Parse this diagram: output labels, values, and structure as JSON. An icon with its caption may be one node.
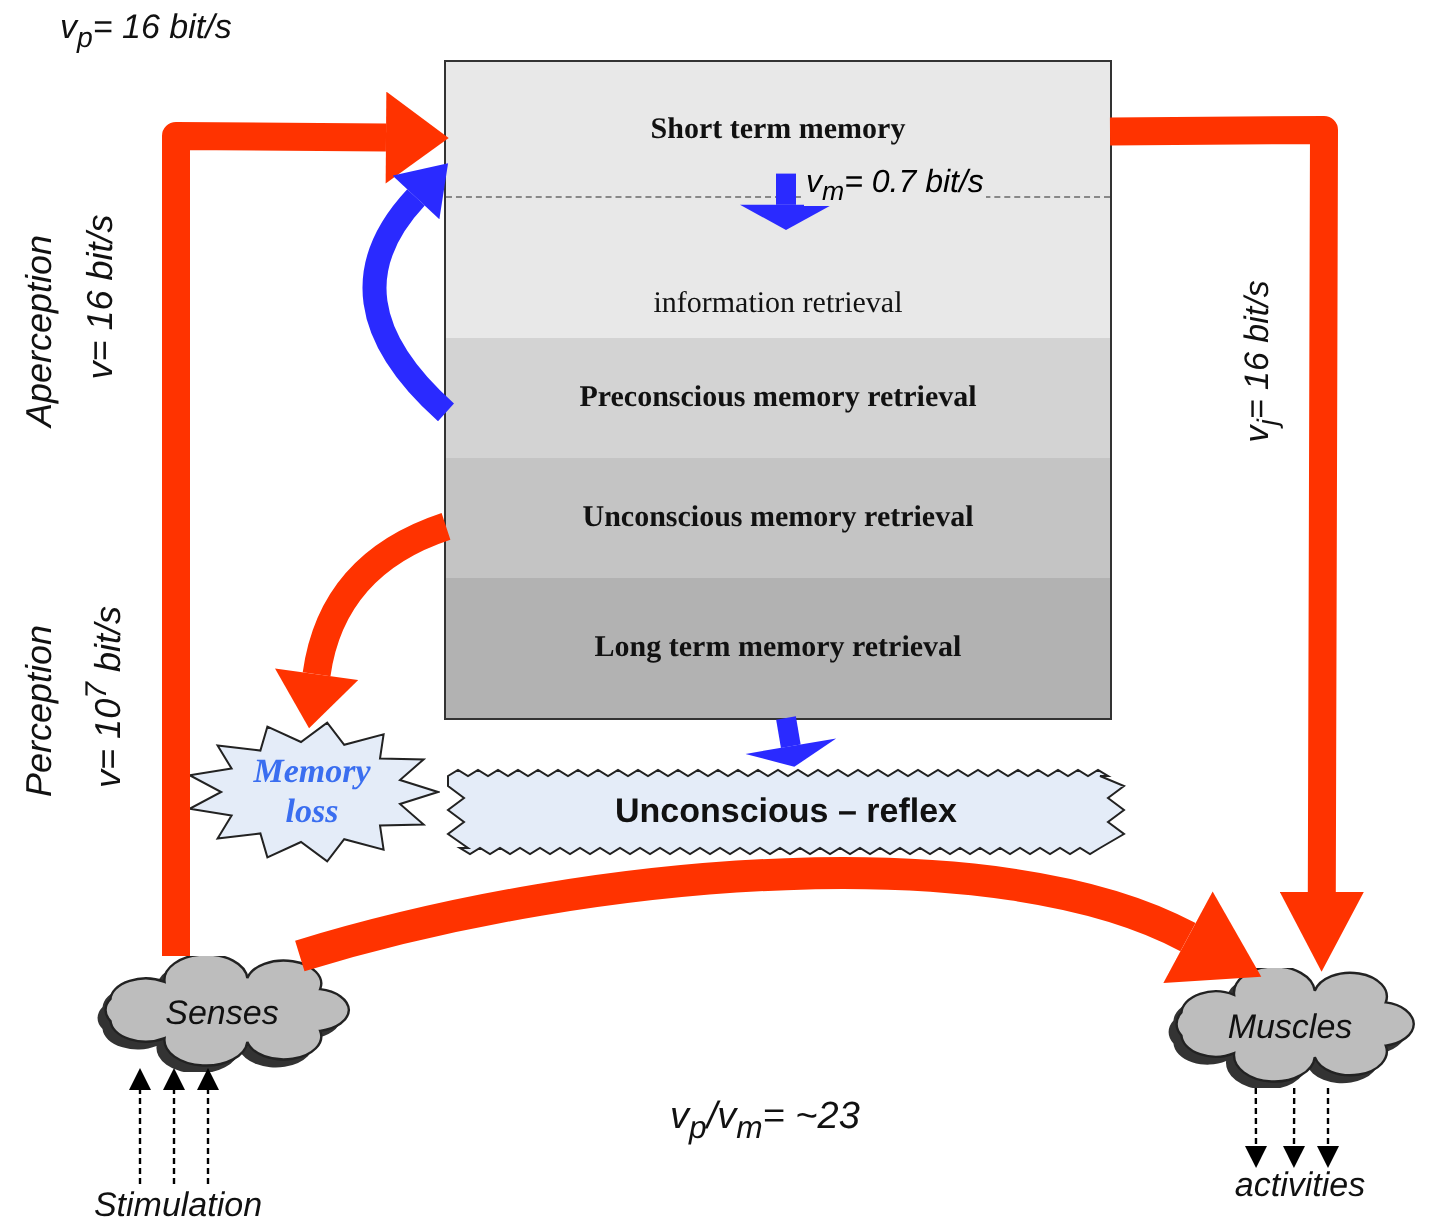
{
  "diagram": {
    "nodes": [
      {
        "text": [],
        "shape": "box"
      },
      {
        "text": [
          "Short term memory"
        ],
        "in": 0
      },
      {
        "text": [
          "information retrieval"
        ],
        "in": 0
      },
      {
        "text": [
          "Preconscious memory retrieval"
        ],
        "in": 0
      },
      {
        "text": [
          "Unconscious memory retrieval"
        ],
        "in": 0
      },
      {
        "text": [
          "Long term memory retrieval"
        ],
        "in": 0
      },
      {
        "text": [
          "Memory loss"
        ]
      },
      {
        "text": [
          "Unconscious – reflex"
        ]
      },
      {
        "text": [
          "Senses"
        ]
      },
      {
        "text": [
          "Muscles"
        ]
      },
      {
        "text": [
          "Stimulation"
        ]
      },
      {
        "text": [
          "activities"
        ]
      }
    ],
    "edges": [
      {
        "from": 8,
        "to": 1,
        "arrow": "to",
        "color": "#ff3300"
      },
      {
        "from": 1,
        "to": 9,
        "arrow": "to",
        "color": "#ff3300"
      },
      {
        "from": 8,
        "to": 9,
        "arrow": "to",
        "color": "#ff3300"
      },
      {
        "from": 4,
        "to": 6,
        "arrow": "to",
        "color": "#ff3300"
      },
      {
        "from": 3,
        "to": 1,
        "arrow": "to",
        "color": "#2a2aff"
      },
      {
        "from": 1,
        "to": 2,
        "arrow": "to",
        "color": "#2a2aff",
        "label": "v$_{m}$= 0.7  bit/s"
      },
      {
        "from": 5,
        "to": 7,
        "arrow": "to",
        "color": "#2a2aff"
      },
      {
        "from": 10,
        "to": 8,
        "arrow": "to",
        "style": "dashed"
      },
      {
        "from": 10,
        "to": 8,
        "arrow": "to",
        "style": "dashed"
      },
      {
        "from": 10,
        "to": 8,
        "arrow": "to",
        "style": "dashed"
      },
      {
        "from": 9,
        "to": 11,
        "arrow": "to",
        "style": "dashed"
      },
      {
        "from": 9,
        "to": 11,
        "arrow": "to",
        "style": "dashed"
      },
      {
        "from": 9,
        "to": 11,
        "arrow": "to",
        "style": "dashed"
      }
    ],
    "labels": [
      "v$_{p}$= 16  bit/s",
      "Aperception",
      "v= 16  bit/s",
      "v$_{j}$= 16  bit/s",
      "Perception",
      "v= 10$^{7}$  bit/s",
      "v$_{p}$/v$_{m}$= ~23"
    ]
  }
}
